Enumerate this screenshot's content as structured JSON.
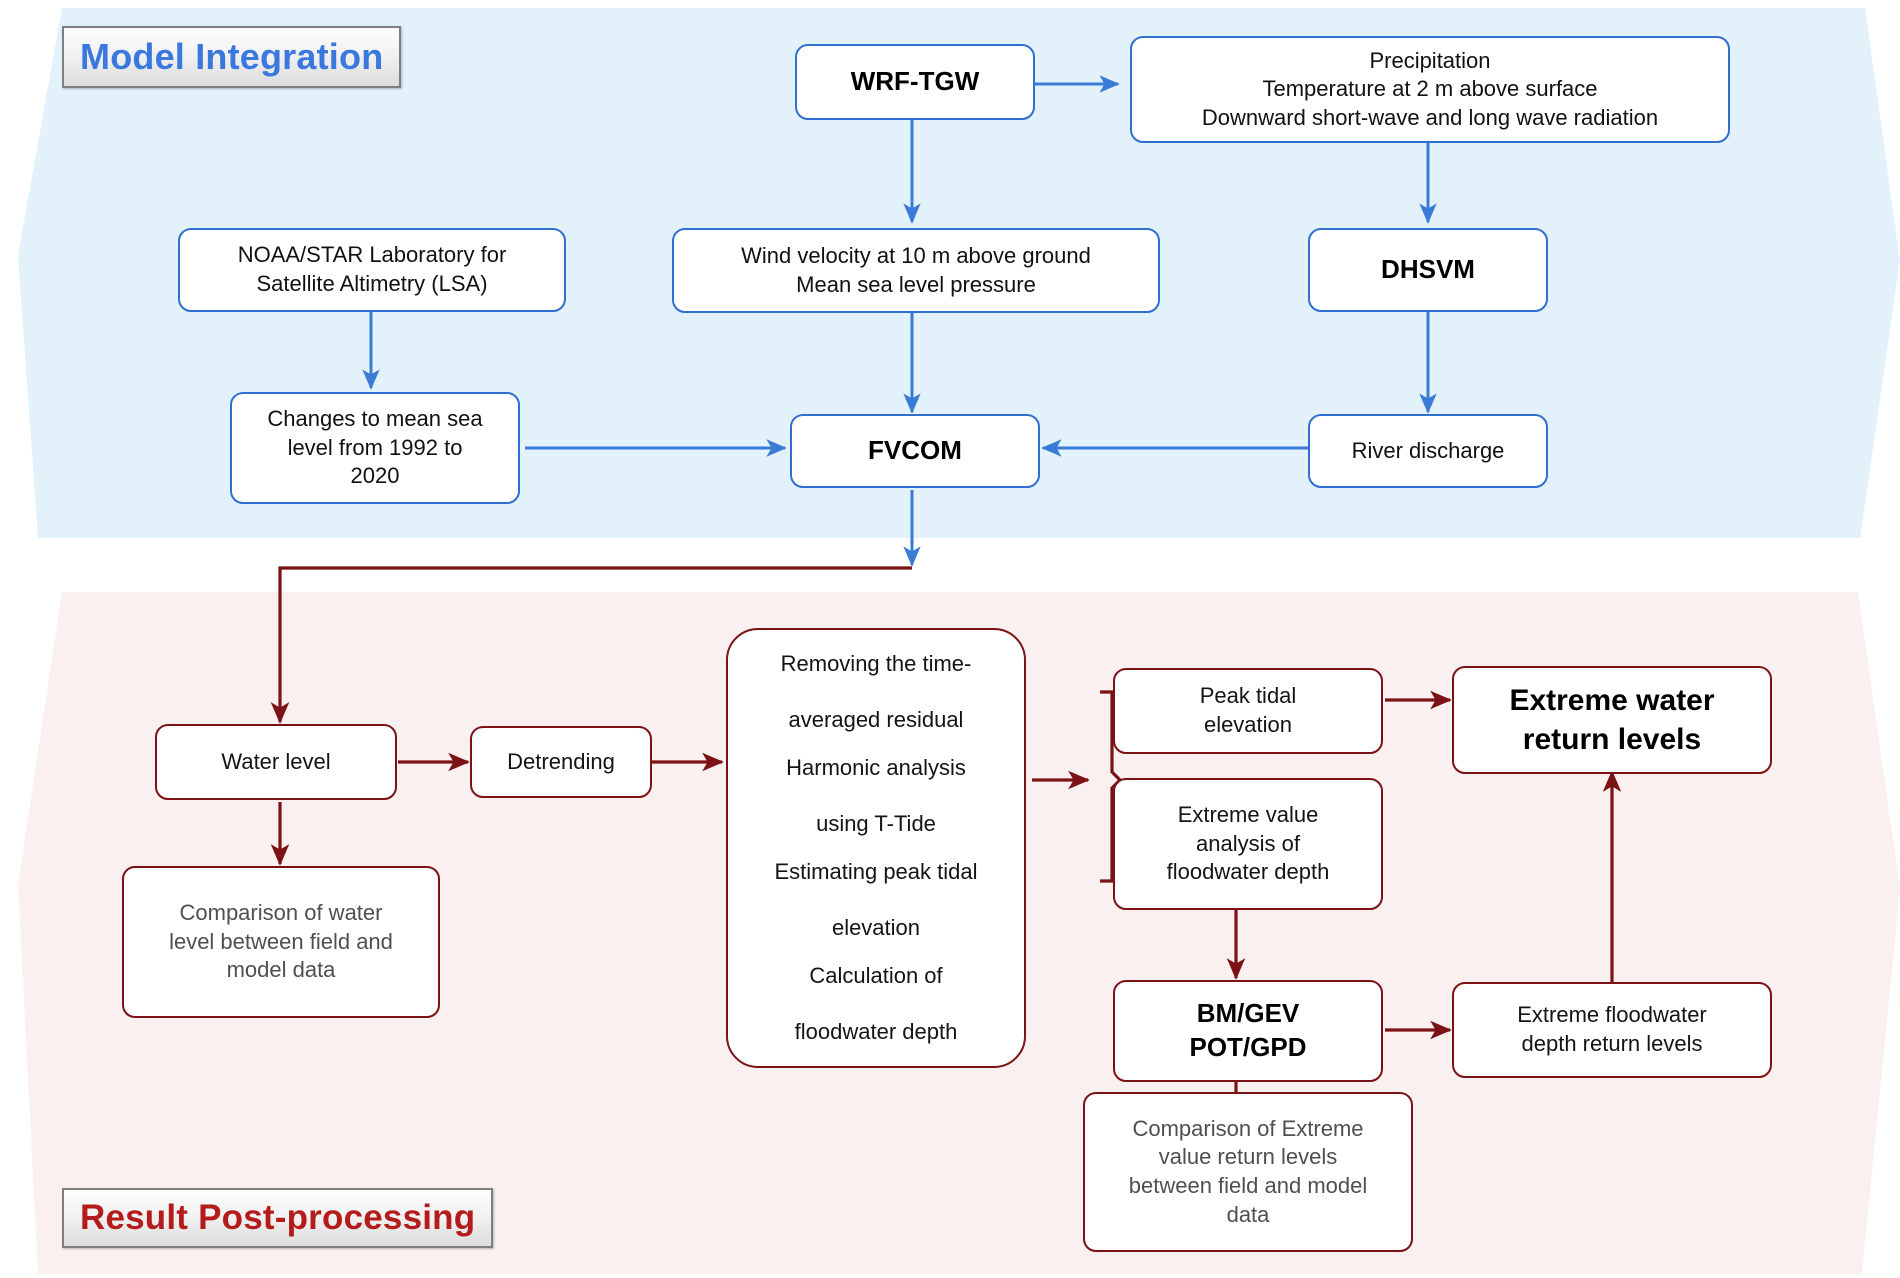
{
  "sections": {
    "model": {
      "title": "Model Integration",
      "accent": "#3b78dd",
      "band_color": "#e3f1fb"
    },
    "result": {
      "title": "Result Post-processing",
      "accent": "#b41c1c",
      "band_color": "#faf0ef"
    }
  },
  "model_nodes": {
    "wrf_tgw": "WRF-TGW",
    "atmos_forcing": "Precipitation\nTemperature at 2 m above surface\nDownward short-wave and long wave radiation",
    "atmos_line1": "Precipitation",
    "atmos_line2": "Temperature at 2 m above surface",
    "atmos_line3": "Downward short-wave and long wave radiation",
    "noaa_star_line1": "NOAA/STAR Laboratory for",
    "noaa_star_line2": "Satellite Altimetry (LSA)",
    "wind_line1": "Wind velocity at 10 m above ground",
    "wind_line2": "Mean sea level pressure",
    "dhsvm": "DHSVM",
    "msl_line1": "Changes to mean sea",
    "msl_line2": "level from 1992 to",
    "msl_line3": "2020",
    "fvcom": "FVCOM",
    "river_discharge": "River discharge"
  },
  "result_nodes": {
    "water_level": "Water level",
    "detrending": "Detrending",
    "comparison_water_line1": "Comparison of water",
    "comparison_water_line2": "level between field and",
    "comparison_water_line3": "model data",
    "process_steps": [
      "Removing the time-\naveraged residual",
      "Harmonic analysis\nusing T-Tide",
      "Estimating peak tidal\nelevation",
      "Calculation of\nfloodwater depth"
    ],
    "peak_tidal_line1": "Peak tidal",
    "peak_tidal_line2": "elevation",
    "eva_line1": "Extreme value",
    "eva_line2": "analysis of",
    "eva_line3": "floodwater depth",
    "extreme_water_line1": "Extreme water",
    "extreme_water_line2": "return levels",
    "bmgev_line1": "BM/GEV",
    "bmgev_line2": "POT/GPD",
    "efd_line1": "Extreme floodwater",
    "efd_line2": "depth return levels",
    "comparison_extreme_line1": "Comparison of Extreme",
    "comparison_extreme_line2": "value return levels",
    "comparison_extreme_line3": "between field and model",
    "comparison_extreme_line4": "data"
  },
  "colors": {
    "blue_border": "#2f6fd0",
    "blue_arrow": "#3a7bd5",
    "red_border": "#7b1215",
    "red_arrow": "#7b1215",
    "model_band": "#e3f1fb",
    "result_band": "#faf0ef"
  }
}
